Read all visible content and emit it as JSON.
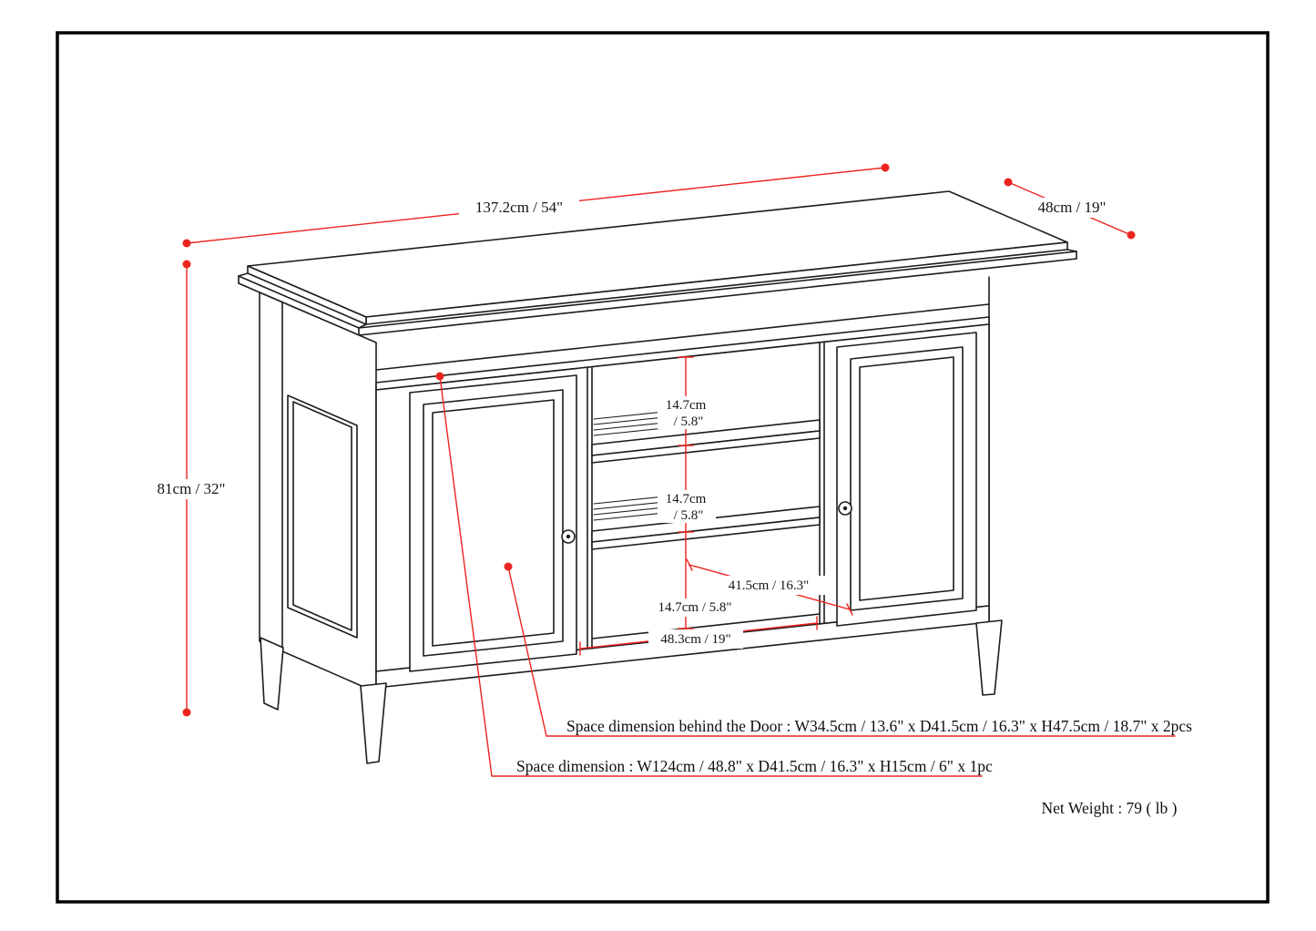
{
  "page": {
    "background": "#ffffff",
    "border_color": "#000000"
  },
  "diagram": {
    "kind": "TV stand furniture dimension drawing",
    "line_color": "#1c1c1c",
    "dimension_color": "#ec2420"
  },
  "dimensions": {
    "top_width": "137.2cm / 54\"",
    "top_depth": "48cm / 19\"",
    "overall_height": "81cm / 32\"",
    "upper_shelf_gap_value": "14.7cm",
    "upper_shelf_gap_inches": "/ 5.8\"",
    "middle_shelf_gap_value": "14.7cm",
    "middle_shelf_gap_inches": "/ 5.8\"",
    "bottom_shelf_gap": "14.7cm / 5.8\"",
    "interior_depth": "41.5cm / 16.3\"",
    "center_opening_width": "48.3cm / 19\""
  },
  "notes": {
    "behind_door": "Space dimension behind the Door  : W34.5cm / 13.6\" x D41.5cm / 16.3\" x H47.5cm / 18.7\" x 2pcs",
    "open_shelf": "Space dimension : W124cm / 48.8\" x D41.5cm / 16.3\" x H15cm / 6\" x 1pc",
    "net_weight": "Net Weight : 79 ( lb )"
  }
}
